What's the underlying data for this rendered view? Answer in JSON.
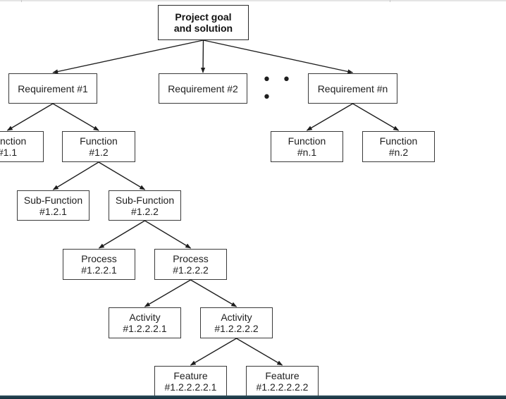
{
  "diagram": {
    "nodes": [
      {
        "id": "root",
        "lines": [
          "Project goal",
          "and solution"
        ]
      },
      {
        "id": "req1",
        "lines": [
          "Requirement #1"
        ]
      },
      {
        "id": "req2",
        "lines": [
          "Requirement #2"
        ]
      },
      {
        "id": "reqn",
        "lines": [
          "Requirement #n"
        ]
      },
      {
        "id": "f11",
        "lines": [
          "Function",
          "#1.1"
        ]
      },
      {
        "id": "f12",
        "lines": [
          "Function",
          "#1.2"
        ]
      },
      {
        "id": "fn1",
        "lines": [
          "Function",
          "#n.1"
        ]
      },
      {
        "id": "fn2",
        "lines": [
          "Function",
          "#n.2"
        ]
      },
      {
        "id": "sf121",
        "lines": [
          "Sub-Function",
          "#1.2.1"
        ]
      },
      {
        "id": "sf122",
        "lines": [
          "Sub-Function",
          "#1.2.2"
        ]
      },
      {
        "id": "p1221",
        "lines": [
          "Process",
          "#1.2.2.1"
        ]
      },
      {
        "id": "p1222",
        "lines": [
          "Process",
          "#1.2.2.2"
        ]
      },
      {
        "id": "a12221",
        "lines": [
          "Activity",
          "#1.2.2.2.1"
        ]
      },
      {
        "id": "a12222",
        "lines": [
          "Activity",
          "#1.2.2.2.2"
        ]
      },
      {
        "id": "ft1",
        "lines": [
          "Feature",
          "#1.2.2.2.2.1"
        ]
      },
      {
        "id": "ft2",
        "lines": [
          "Feature",
          "#1.2.2.2.2.2"
        ]
      }
    ],
    "edges": [
      [
        "root",
        "req1"
      ],
      [
        "root",
        "req2"
      ],
      [
        "root",
        "reqn"
      ],
      [
        "req1",
        "f11"
      ],
      [
        "req1",
        "f12"
      ],
      [
        "reqn",
        "fn1"
      ],
      [
        "reqn",
        "fn2"
      ],
      [
        "f12",
        "sf121"
      ],
      [
        "f12",
        "sf122"
      ],
      [
        "sf122",
        "p1221"
      ],
      [
        "sf122",
        "p1222"
      ],
      [
        "p1222",
        "a12221"
      ],
      [
        "p1222",
        "a12222"
      ],
      [
        "a12222",
        "ft1"
      ],
      [
        "a12222",
        "ft2"
      ]
    ],
    "ellipsis": "• • •"
  }
}
